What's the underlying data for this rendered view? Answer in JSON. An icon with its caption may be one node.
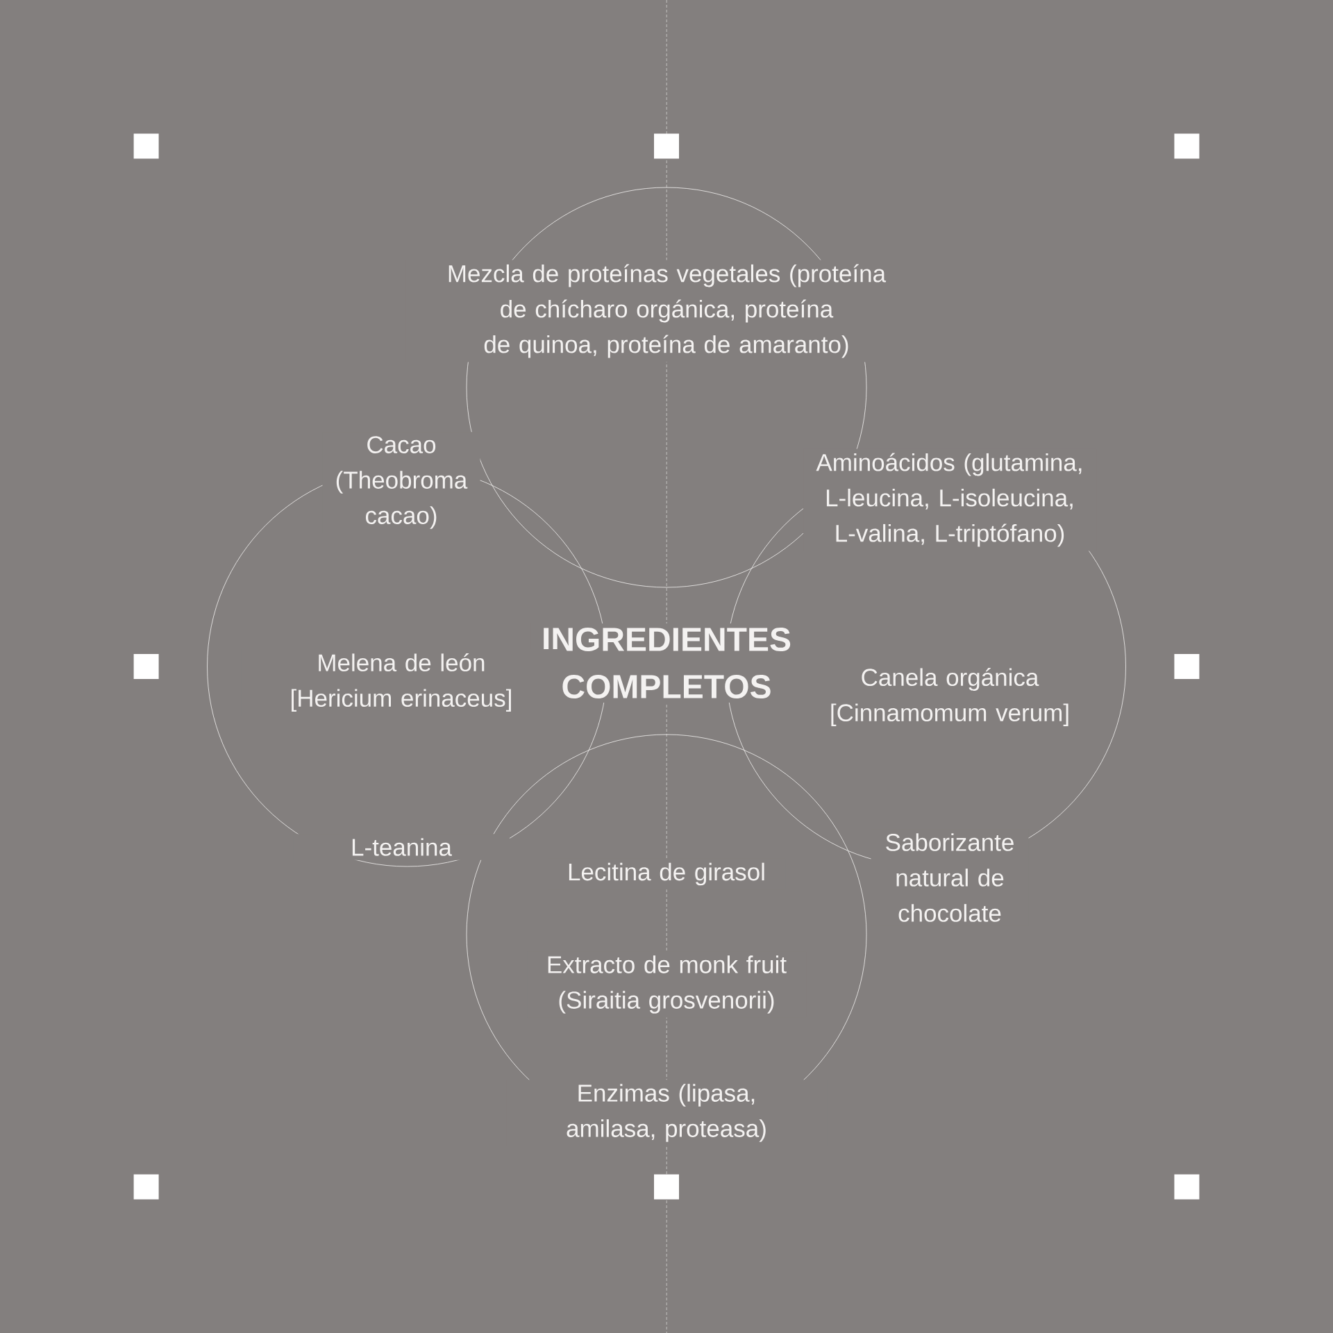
{
  "diagram": {
    "title": "INGREDIENTES COMPLETOS",
    "labels": [
      "Mezcla de proteínas vegetales (proteína de chícharo orgánica, proteína de quinoa, proteína de amaranto)",
      "Cacao (Theobroma cacao)",
      "Aminoácidos (glutamina, L-leucina, L-isoleucina, L-valina, L-triptófano)",
      "Melena de león [Hericium erinaceus]",
      "Canela orgánica [Cinnamomum verum]",
      "L-teanina",
      "Lecitina de girasol",
      "Saborizante natural de chocolate",
      "Extracto de monk fruit (Siraitia grosvenorii)",
      "Enzimas (lipasa, amilasa, proteasa)"
    ]
  }
}
